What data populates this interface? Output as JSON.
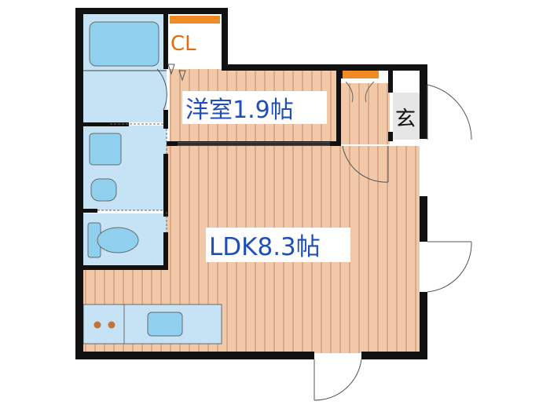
{
  "rooms": {
    "western_room": "洋室1.9帖",
    "ldk": "LDK8.3帖",
    "closet": "CL",
    "entrance": "玄"
  },
  "colors": {
    "wall": "#111111",
    "floor_wood": "#f2c9a8",
    "floor_stripe": "#d9a989",
    "wet_area": "#c5e3f5",
    "fixture": "#8fd0ee",
    "closet_orange": "#f08a24",
    "label_text": "#1f4fb5",
    "entrance_bg": "#e6e6e6"
  }
}
